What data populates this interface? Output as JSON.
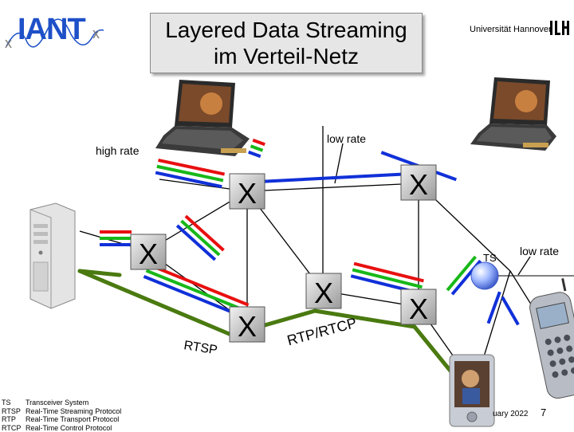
{
  "header": {
    "logo_text": "IANT",
    "title_line1": "Layered Data Streaming",
    "title_line2": "im Verteil-Netz",
    "university": "Universität Hannover",
    "university_logo": "LUH"
  },
  "diagram": {
    "labels": {
      "high_rate": "high rate",
      "low_rate_top": "low rate",
      "low_rate_right": "low rate",
      "ts": "TS",
      "rtsp": "RTSP",
      "rtp_rtcp": "RTP/RTCP"
    },
    "router_symbol": "X",
    "layer_colors": {
      "red": "#e81010",
      "green": "#18b818",
      "blue": "#1030d8",
      "control": "#4a7a10"
    },
    "icons": [
      "server-icon",
      "laptop-icon",
      "pda-icon",
      "mobile-phone-icon",
      "transceiver-icon",
      "router-icon"
    ]
  },
  "legend": [
    {
      "abbr": "TS",
      "text": "Transceiver System"
    },
    {
      "abbr": "RTSP",
      "text": "Real-Time Streaming Protocol"
    },
    {
      "abbr": "RTP",
      "text": "Real-Time Transport Protocol"
    },
    {
      "abbr": "RTCP",
      "text": "Real-Time Control Protocol"
    }
  ],
  "footer": {
    "date": "uary 2022",
    "page": "7"
  }
}
